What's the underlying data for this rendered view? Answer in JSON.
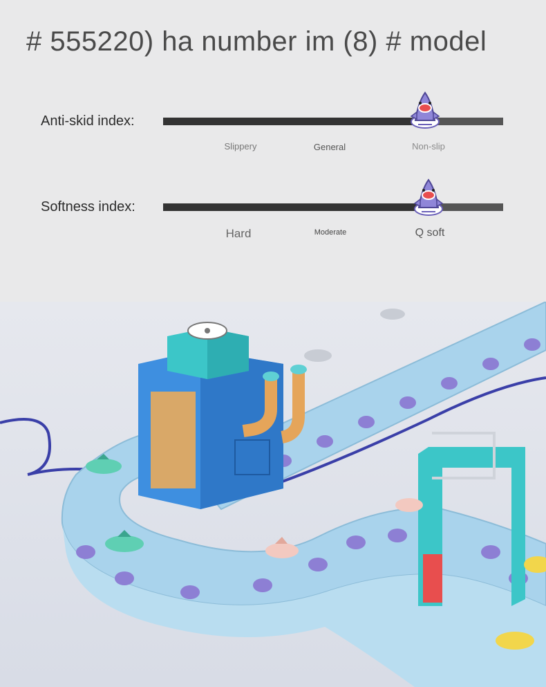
{
  "title": "# 555220) ha number im (8) # model",
  "anti_skid": {
    "label": "Anti-skid index:",
    "level_percent": 77,
    "ticks": [
      "Slippery",
      "General",
      "Non-slip"
    ]
  },
  "softness": {
    "label": "Softness index:",
    "level_percent": 78,
    "ticks": [
      "Hard",
      "Moderate",
      "Q soft"
    ]
  },
  "colors": {
    "bar": "#333333",
    "conveyor": "#a9d3ec",
    "roller": "#8d7fd4",
    "machine_blue": "#3e8fe0",
    "teal": "#3cc6c8",
    "shark_purple": "#8f86d8"
  },
  "icons": {
    "marker": "shark-slipper-icon"
  }
}
